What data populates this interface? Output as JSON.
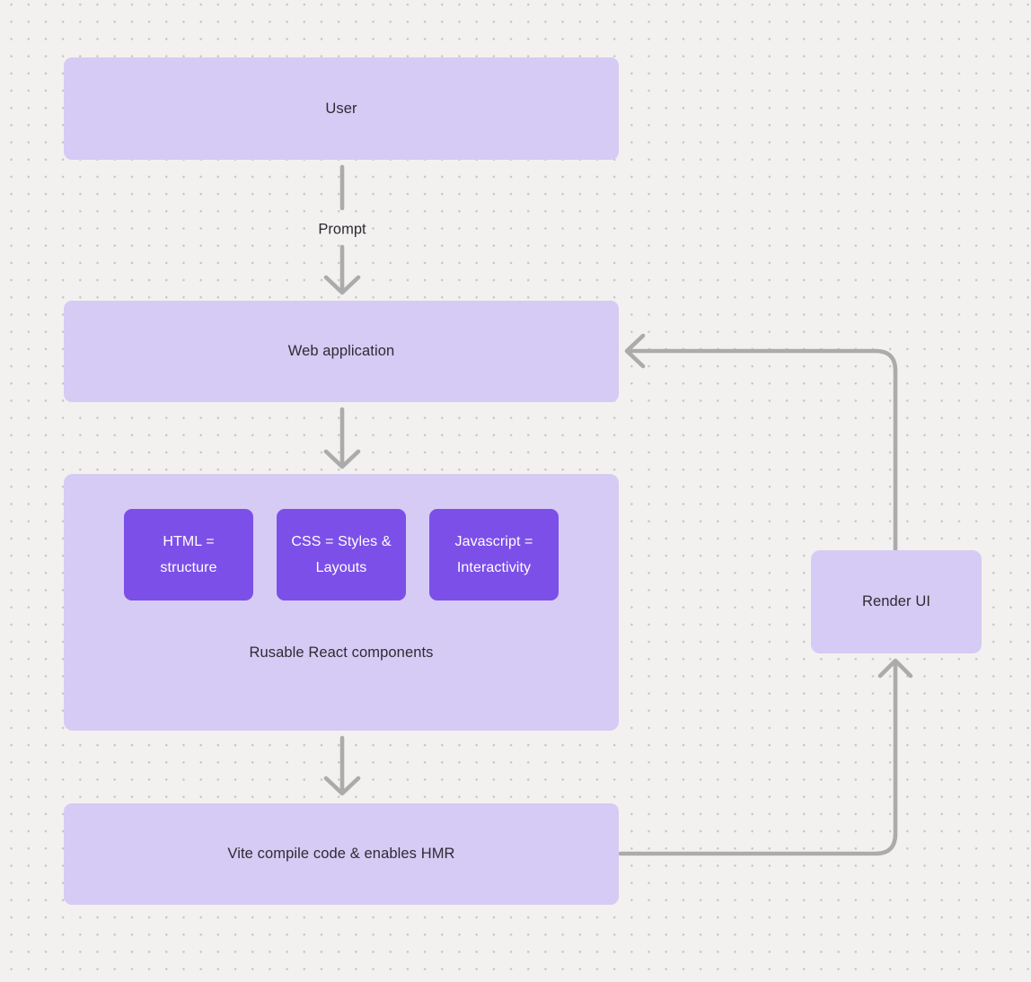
{
  "diagram": {
    "nodes": {
      "user": {
        "label": "User"
      },
      "web_application": {
        "label": "Web application"
      },
      "components_group": {
        "label": "Rusable React components",
        "chips": [
          {
            "label": "HTML = structure"
          },
          {
            "label": "CSS = Styles & Layouts"
          },
          {
            "label": "Javascript = Interactivity"
          }
        ]
      },
      "vite": {
        "label": "Vite compile code & enables HMR"
      },
      "render_ui": {
        "label": "Render UI"
      }
    },
    "edges": {
      "prompt_label": "Prompt"
    },
    "colors": {
      "background": "#f2f1f0",
      "grid_dot": "#c8c7c6",
      "node_fill": "#d6cbf4",
      "chip_fill": "#7c4fe8",
      "chip_text": "#ffffff",
      "connector": "#ababab",
      "text": "#2c2c34"
    }
  }
}
